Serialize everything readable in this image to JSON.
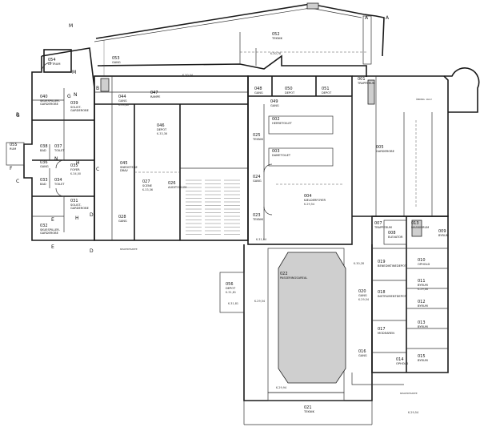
{
  "rooms": [
    {
      "id": "054",
      "name": "LIFTRUM",
      "level": ""
    },
    {
      "id": "053",
      "name": "GANG",
      "level": ""
    },
    {
      "id": "052",
      "name": "TEKNIK",
      "level": ""
    },
    {
      "id": "048",
      "name": "GANG",
      "level": ""
    },
    {
      "id": "050",
      "name": "DEPOT",
      "level": ""
    },
    {
      "id": "051",
      "name": "DEPOT",
      "level": ""
    },
    {
      "id": "049",
      "name": "GANG",
      "level": ""
    },
    {
      "id": "001",
      "name": "TRAPPERUM",
      "level": ""
    },
    {
      "id": "047",
      "name": "RAMPE",
      "level": ""
    },
    {
      "id": "044",
      "name": "GANG",
      "level": "K.33,80"
    },
    {
      "id": "040",
      "name": "SKUESPILLER-\nGARDEROBE",
      "level": ""
    },
    {
      "id": "039",
      "name": "SOLIST-\nGARDEROBE",
      "level": ""
    },
    {
      "id": "038",
      "name": "BAD",
      "level": ""
    },
    {
      "id": "037",
      "name": "TOILET",
      "level": ""
    },
    {
      "id": "055",
      "name": "RUM",
      "level": ""
    },
    {
      "id": "036",
      "name": "GANG",
      "level": ""
    },
    {
      "id": "035",
      "name": "FOYER",
      "level": "K.34,00"
    },
    {
      "id": "034",
      "name": "TOILET",
      "level": ""
    },
    {
      "id": "033",
      "name": "BAD",
      "level": ""
    },
    {
      "id": "031",
      "name": "SOLIST-\nGARDEROBE",
      "level": ""
    },
    {
      "id": "032",
      "name": "SKUESPILLER-\nGARDEROBE",
      "level": ""
    },
    {
      "id": "046",
      "name": "DEPOT",
      "level": "K.33,36"
    },
    {
      "id": "045",
      "name": "SNEDSTEGE\nDRAV",
      "level": ""
    },
    {
      "id": "027",
      "name": "SCENE",
      "level": "K.33,36"
    },
    {
      "id": "026",
      "name": "AUDITORIUM",
      "level": ""
    },
    {
      "id": "028",
      "name": "GANG",
      "level": ""
    },
    {
      "id": "002",
      "name": "HERRETOILET",
      "level": ""
    },
    {
      "id": "003",
      "name": "DAMETOILET",
      "level": ""
    },
    {
      "id": "025",
      "name": "TEKNIK",
      "level": ""
    },
    {
      "id": "024",
      "name": "GANG",
      "level": ""
    },
    {
      "id": "023",
      "name": "TEKNIK",
      "level": ""
    },
    {
      "id": "004",
      "name": "KÆLDERFOYER",
      "level": "K.29,54"
    },
    {
      "id": "005",
      "name": "GARDEROBE",
      "level": ""
    },
    {
      "id": "022",
      "name": "PASSERINGSAREAL",
      "level": ""
    },
    {
      "id": "020",
      "name": "GANG",
      "level": "K.29,54"
    },
    {
      "id": "056",
      "name": "DEPOT",
      "level": "K.31,81"
    },
    {
      "id": "007",
      "name": "TRAPPERUM",
      "level": ""
    },
    {
      "id": "008",
      "name": "ELEVATOR",
      "level": ""
    },
    {
      "id": "013",
      "name": "MASKINRUM",
      "level": ""
    },
    {
      "id": "009",
      "name": "BYRUM",
      "level": ""
    },
    {
      "id": "019",
      "name": "BENEDIKTINEDEPOT",
      "level": ""
    },
    {
      "id": "018",
      "name": "INSTRUMENTDEPOT",
      "level": ""
    },
    {
      "id": "010",
      "name": "OPHOLD",
      "level": ""
    },
    {
      "id": "011",
      "name": "BYRUM",
      "level": "K.29,66"
    },
    {
      "id": "012",
      "name": "BYRUM",
      "level": ""
    },
    {
      "id": "017",
      "name": "MODEAREN",
      "level": ""
    },
    {
      "id": "016",
      "name": "GANG",
      "level": ""
    },
    {
      "id": "013",
      "name": "BYRUM",
      "level": ""
    },
    {
      "id": "014",
      "name": "OPHOLD",
      "level": ""
    },
    {
      "id": "015",
      "name": "BYRUM",
      "level": ""
    },
    {
      "id": "021",
      "name": "TEKNIK",
      "level": ""
    }
  ],
  "levels": [
    "K.30,78",
    "K.30,04",
    "K.31,94",
    "K.31,81",
    "K.29,54",
    "K.29,94",
    "K.30,28",
    "K.29,54"
  ],
  "section_markers": [
    "A",
    "A",
    "B",
    "B",
    "C",
    "C",
    "D",
    "D",
    "E",
    "E",
    "G",
    "G",
    "H",
    "H",
    "M",
    "M",
    "N",
    "N",
    "F"
  ],
  "notes": {
    "top_left": "KÆLDERTRAPPE",
    "bottom_right": "KÆLDERTRAPPE",
    "right_side": "ÅBNING GULV"
  }
}
